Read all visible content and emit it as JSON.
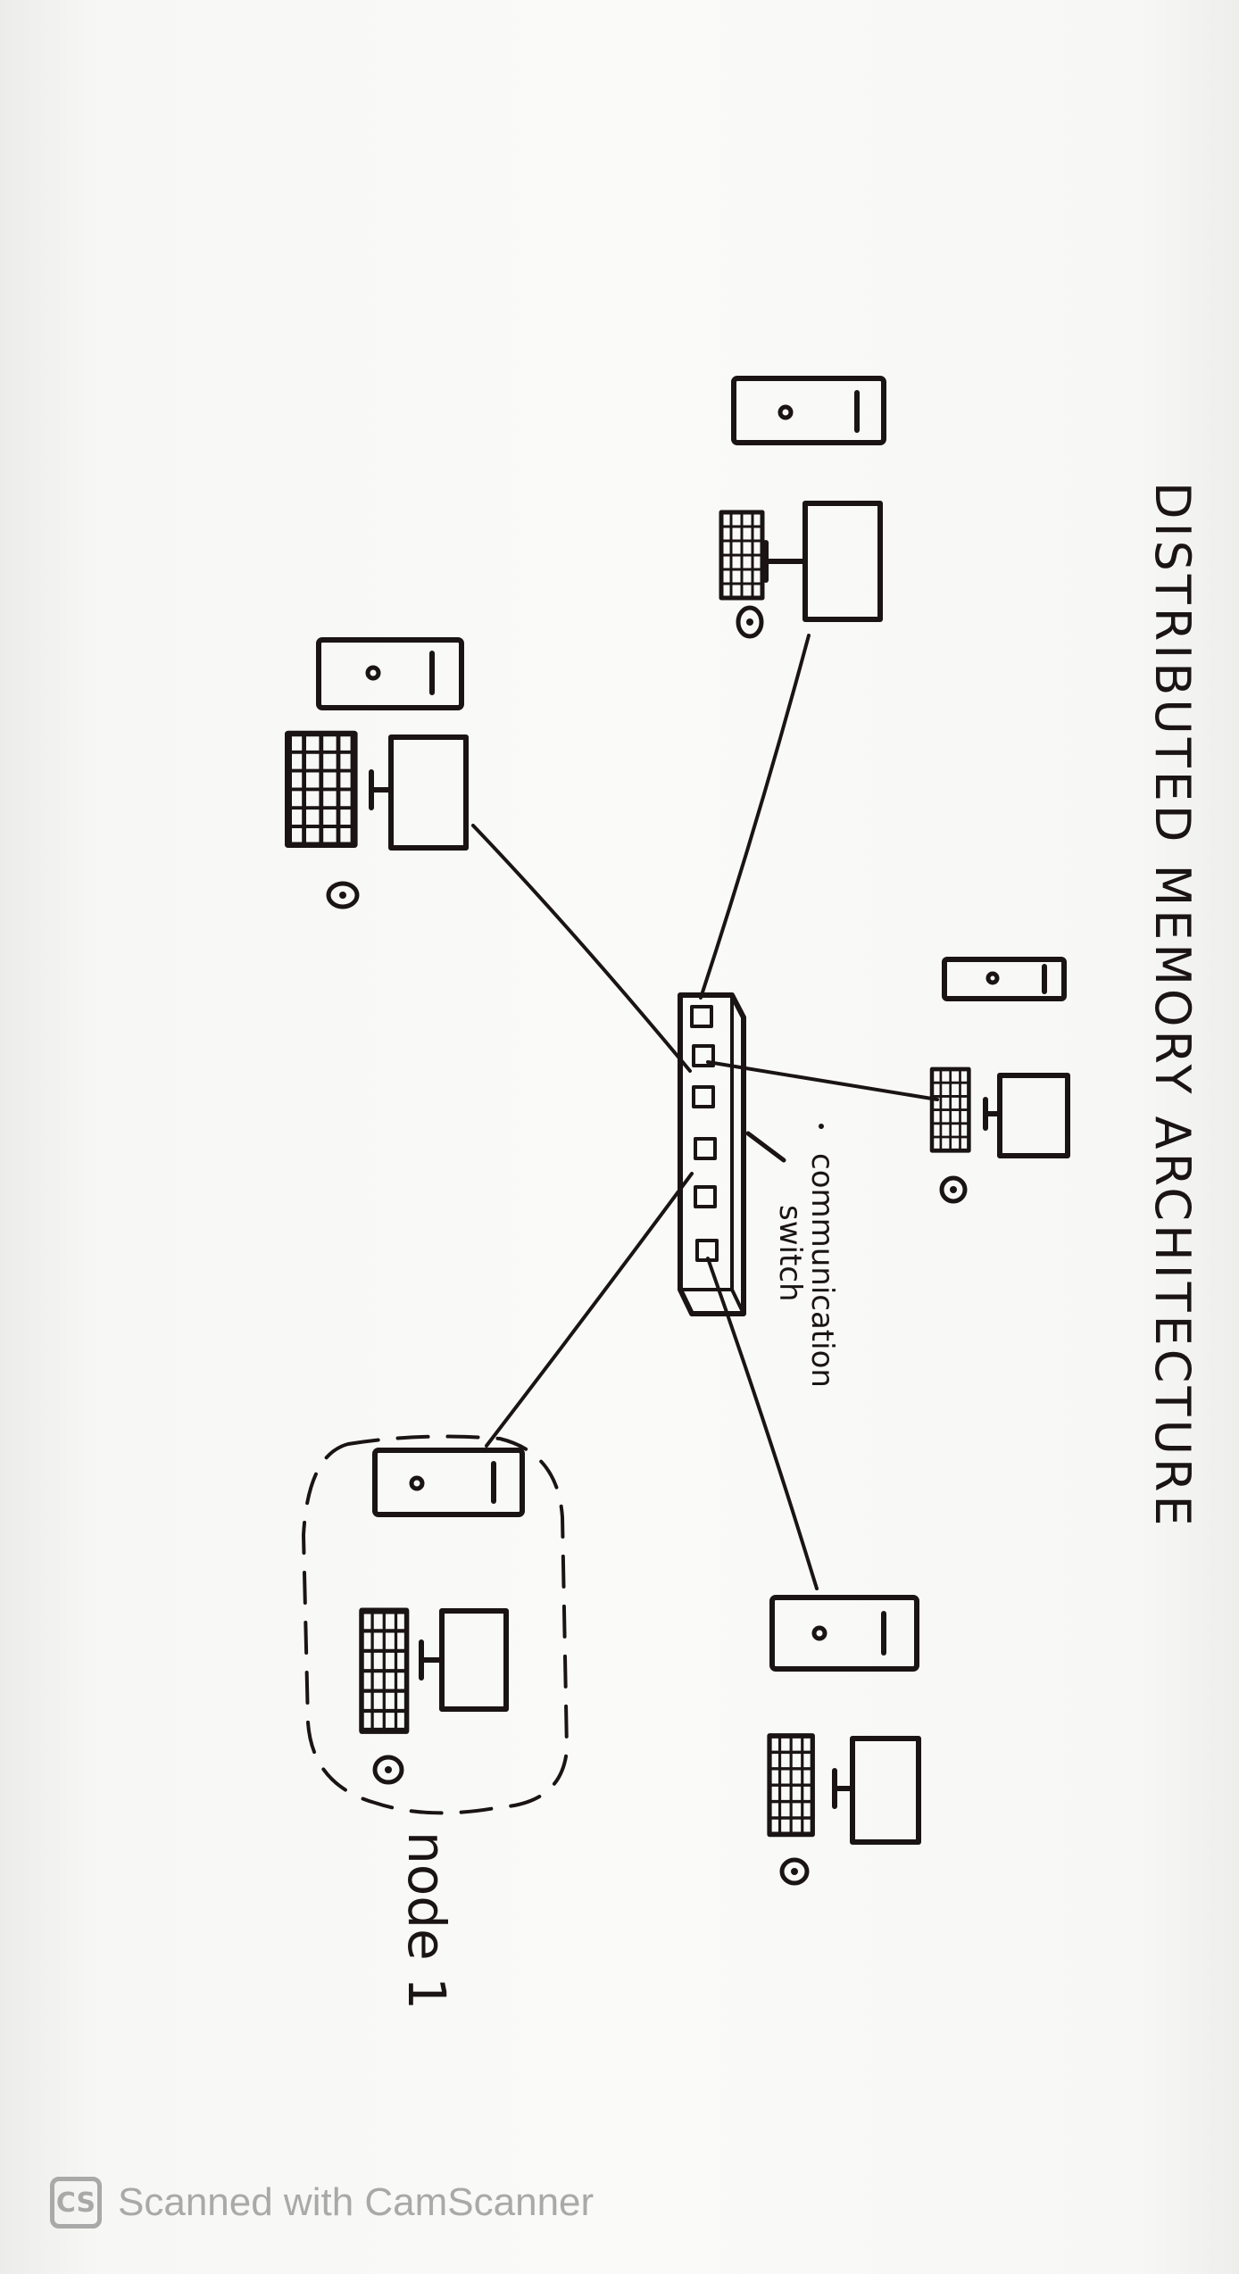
{
  "diagram": {
    "title": "DISTRIBUTED MEMORY ARCHITECTURE",
    "switch_label_line1": "communication",
    "switch_label_line2": "switch",
    "node_label": "node 1"
  },
  "watermark": {
    "logo": "CS",
    "text": "Scanned with CamScanner"
  },
  "icons": [
    "tower-pc-icon",
    "monitor-icon",
    "keyboard-icon",
    "mouse-icon",
    "network-switch-icon"
  ]
}
